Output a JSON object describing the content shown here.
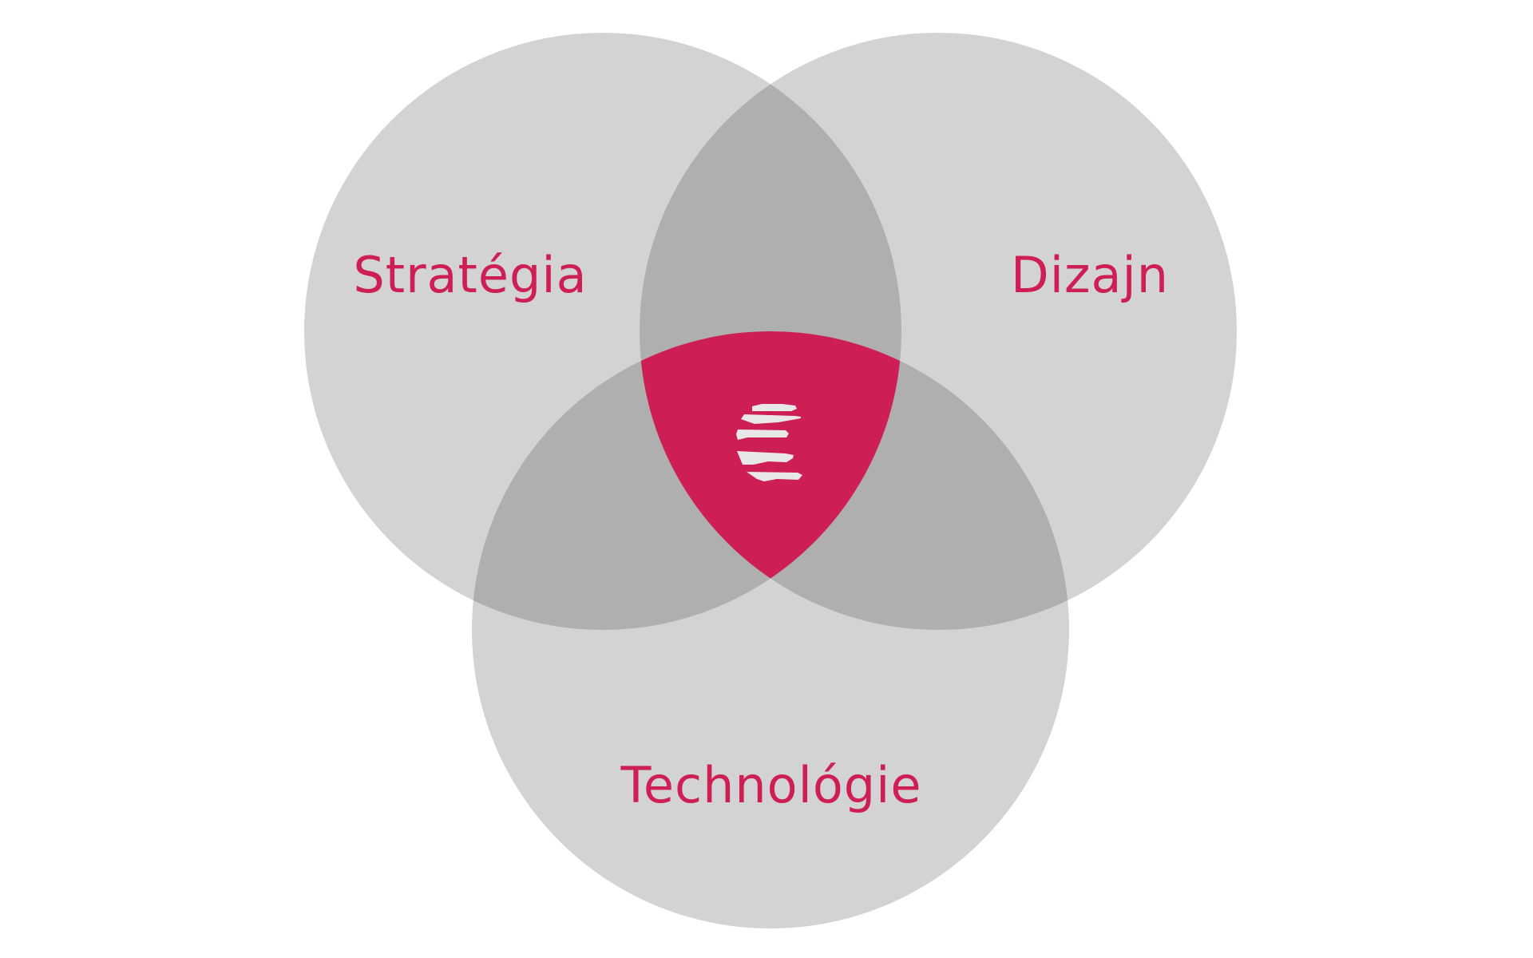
{
  "diagram": {
    "labels": {
      "strategy": "Stratégia",
      "design": "Dizajn",
      "technology": "Technológie"
    },
    "center_logo_icon": "striped-e-logo-icon",
    "colors": {
      "background": "#ffffff",
      "circle_fill": "#d3d3d3",
      "pairwise_overlap": "#afafaf",
      "triple_overlap": "#cd1f53",
      "label_text": "#cd1f53",
      "logo_fill": "#e8e8e8"
    }
  }
}
